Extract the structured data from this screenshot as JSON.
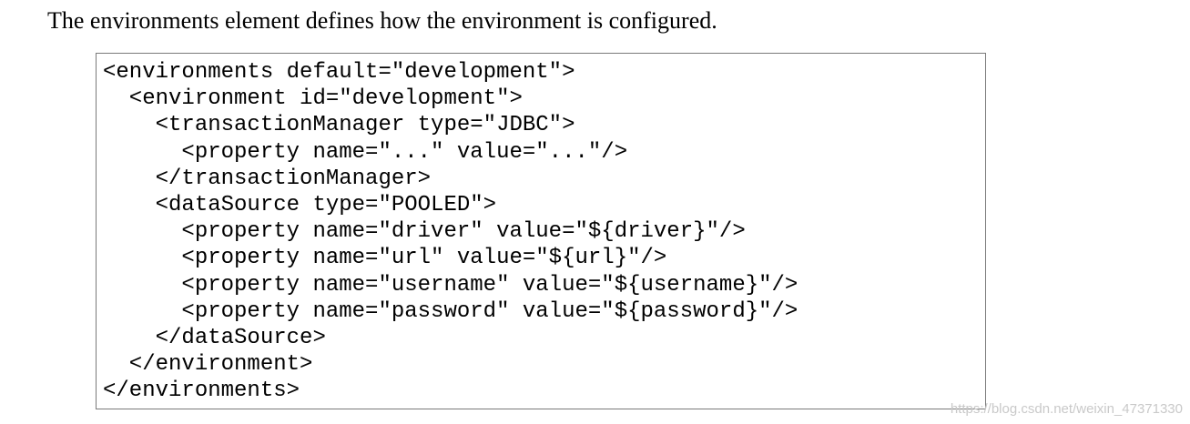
{
  "intro_text": "The environments element defines how the environment is configured.",
  "code_lines": [
    "<environments default=\"development\">",
    "  <environment id=\"development\">",
    "    <transactionManager type=\"JDBC\">",
    "      <property name=\"...\" value=\"...\"/>",
    "    </transactionManager>",
    "    <dataSource type=\"POOLED\">",
    "      <property name=\"driver\" value=\"${driver}\"/>",
    "      <property name=\"url\" value=\"${url}\"/>",
    "      <property name=\"username\" value=\"${username}\"/>",
    "      <property name=\"password\" value=\"${password}\"/>",
    "    </dataSource>",
    "  </environment>",
    "</environments>"
  ],
  "watermark": "https://blog.csdn.net/weixin_47371330"
}
